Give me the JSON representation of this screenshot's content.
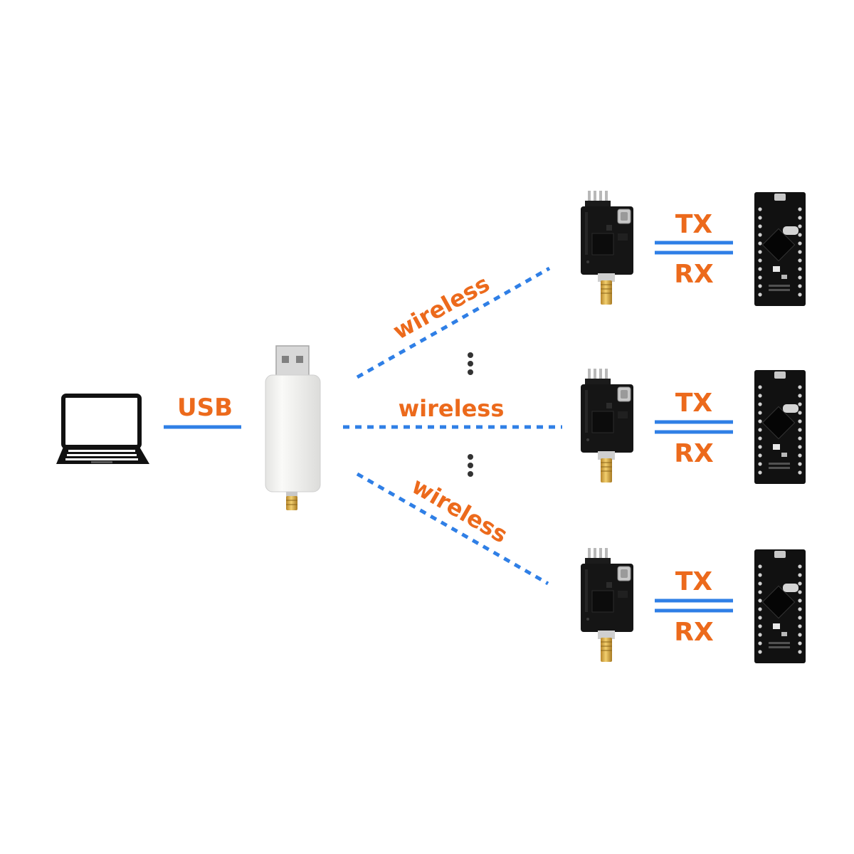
{
  "labels": {
    "usb": "USB",
    "wireless_top": "wireless",
    "wireless_mid": "wireless",
    "wireless_bottom": "wireless"
  },
  "nodes": [
    {
      "id": "node-1",
      "tx": "TX",
      "rx": "RX"
    },
    {
      "id": "node-2",
      "tx": "TX",
      "rx": "RX"
    },
    {
      "id": "node-3",
      "tx": "TX",
      "rx": "RX"
    }
  ],
  "icons": {
    "computer": "laptop-icon",
    "host_adapter": "usb-dongle-icon",
    "radio_module": "wireless-module-icon",
    "controller": "mcu-board-icon",
    "more_indicator": "vertical-ellipsis-icon"
  },
  "colors": {
    "label_orange": "#ec6a1c",
    "link_blue": "#2f7fe6",
    "pcb_black": "#151515",
    "sma_gold": "#d8a93a",
    "dongle_white": "#f3f3f1"
  }
}
